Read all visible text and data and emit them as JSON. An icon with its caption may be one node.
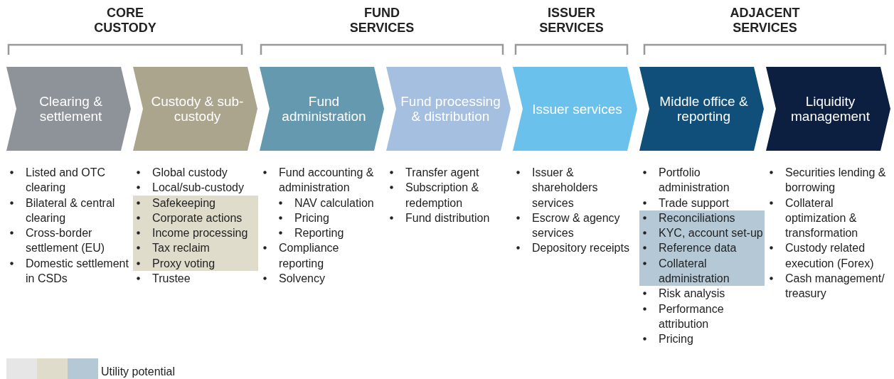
{
  "diagram": {
    "nodes": [
      {
        "text": [
          "Clearing & settlement"
        ],
        "beside": [
          "Listed and OTC clearing",
          "Bilateral & central clearing",
          "Cross-border settlement (EU)",
          "Domestic settlement in CSDs"
        ]
      },
      {
        "text": [
          "Custody & sub-custody"
        ],
        "beside": [
          "Global custody",
          "Local/sub-custody",
          "Safekeeping",
          "Corporate actions",
          "Income processing",
          "Tax reclaim",
          "Proxy voting",
          "Trustee"
        ]
      },
      {
        "text": [
          "Fund administration"
        ],
        "beside": [
          "Fund accounting & administration",
          "NAV calculation",
          "Pricing",
          "Reporting",
          "Compliance reporting",
          "Solvency"
        ]
      },
      {
        "text": [
          "Fund processing & distribution"
        ],
        "beside": [
          "Transfer agent",
          "Subscription & redemption",
          "Fund distribution"
        ]
      },
      {
        "text": [
          "Issuer services"
        ],
        "beside": [
          "Issuer & shareholders services",
          "Escrow & agency services",
          "Depository receipts"
        ]
      },
      {
        "text": [
          "Middle office & reporting"
        ],
        "beside": [
          "Portfolio administration",
          "Trade support",
          "Reconciliations",
          "KYC, account set-up",
          "Reference data",
          "Collateral administration",
          "Risk analysis",
          "Performance attribution",
          "Pricing"
        ]
      },
      {
        "text": [
          "Liquidity management"
        ],
        "beside": [
          "Securities lending & borrowing",
          "Collateral optimization & transformation",
          "Custody related execution (Forex)",
          "Cash management/ treasury"
        ]
      }
    ],
    "edges": [],
    "labels": [
      "CORE CUSTODY",
      "FUND SERVICES",
      "ISSUER SERVICES",
      "ADJACENT SERVICES"
    ],
    "legend": [
      {
        "text": "Utility potential",
        "color": "#e6e6e6"
      }
    ]
  }
}
